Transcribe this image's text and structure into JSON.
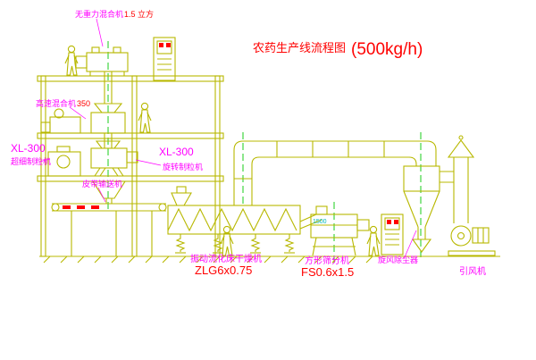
{
  "title": {
    "name": "农药生产线流程图",
    "capacity": "(500kg/h)"
  },
  "labels": {
    "top_mixer": {
      "name": "无重力混合机",
      "size": "1.5 立方"
    },
    "high_speed_mixer": {
      "name": "高速混合机",
      "size": "350"
    },
    "granulator_left": {
      "model": "XL-300",
      "name": "超细制粒机"
    },
    "granulator_right": {
      "model": "XL-300",
      "name": "旋转制粒机"
    },
    "belt_conveyor": {
      "name": "皮带输送机"
    },
    "dryer": {
      "name": "振动流化床干燥机",
      "model": "ZLG6x0.75"
    },
    "sieve": {
      "name": "方形筛分机",
      "model": "FS0.6x1.5",
      "size_note": "1500"
    },
    "cyclone": {
      "name": "旋风除尘器"
    },
    "fan": {
      "name": "引风机"
    }
  },
  "colors": {
    "background": "#ffffff",
    "line_yellow": "#b8b800",
    "label_magenta": "#ff00ff",
    "accent_red": "#ff0000",
    "centerline_green": "#00c800",
    "detail_cyan": "#00b8b8"
  }
}
